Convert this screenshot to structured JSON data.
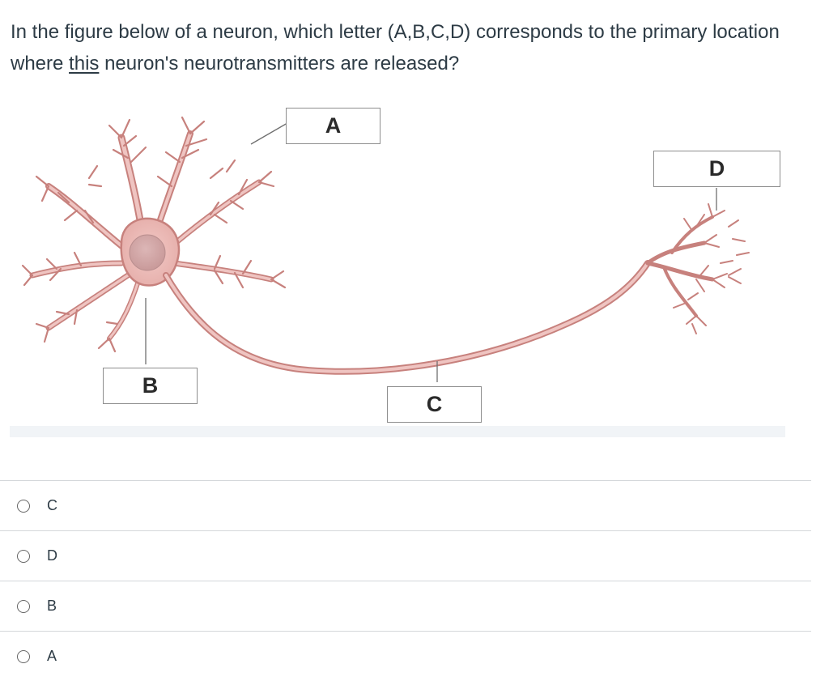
{
  "question": {
    "text_before": "In the figure below of a neuron, which letter (A,B,C,D) corresponds to the primary location where ",
    "emphasis": "this",
    "text_after": " neuron's neurotransmitters are released?"
  },
  "figure": {
    "labels": {
      "a": "A",
      "b": "B",
      "c": "C",
      "d": "D"
    },
    "colors": {
      "membrane": "#e6b3b0",
      "outline": "#b9706d",
      "nucleus": "#cfa3a3",
      "axon": "#c98c88"
    }
  },
  "answers": [
    {
      "label": "C"
    },
    {
      "label": "D"
    },
    {
      "label": "B"
    },
    {
      "label": "A"
    }
  ]
}
